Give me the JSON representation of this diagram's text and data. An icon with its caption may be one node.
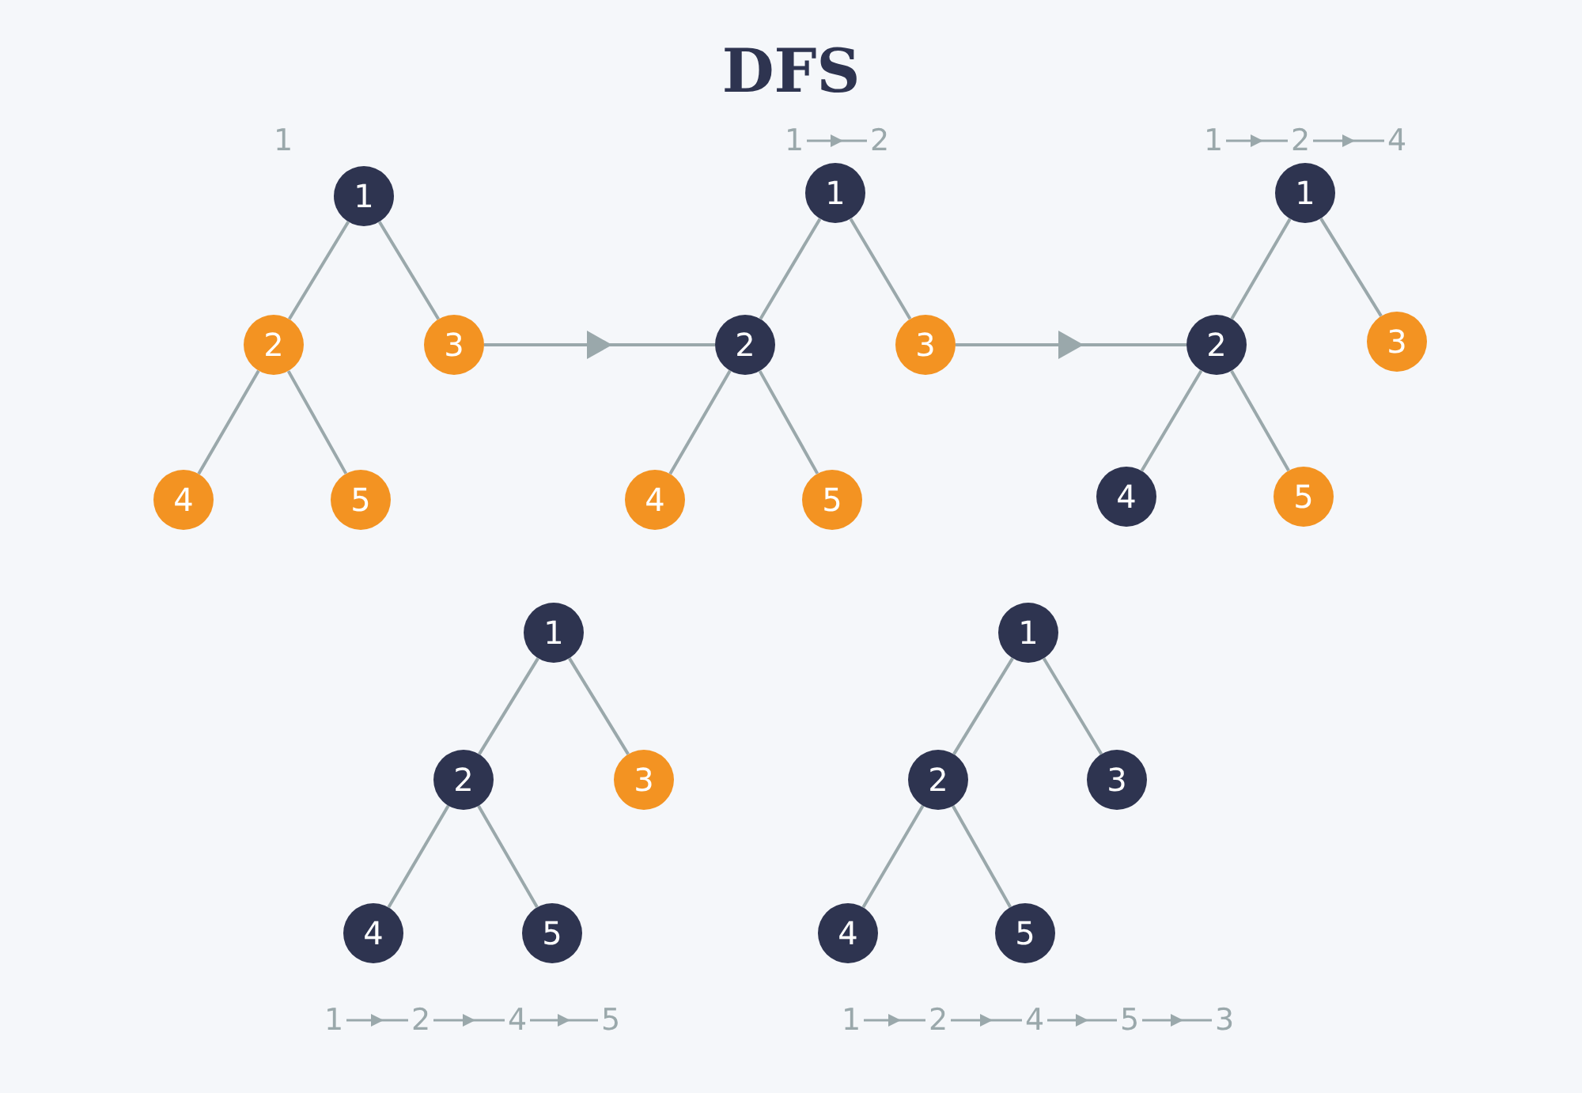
{
  "diagram": {
    "title": "DFS",
    "nodes": [
      {
        "text": [
          "1"
        ]
      },
      {
        "text": [
          "1"
        ]
      },
      {
        "text": [
          "2"
        ]
      },
      {
        "text": [
          "3"
        ]
      },
      {
        "text": [
          "4"
        ]
      },
      {
        "text": [
          "5"
        ]
      },
      {
        "text": [
          "1"
        ]
      },
      {
        "text": [
          "2"
        ]
      },
      {
        "text": [
          "1"
        ]
      },
      {
        "text": [
          "2"
        ]
      },
      {
        "text": [
          "3"
        ]
      },
      {
        "text": [
          "4"
        ]
      },
      {
        "text": [
          "5"
        ]
      },
      {
        "text": [
          "1"
        ]
      },
      {
        "text": [
          "2"
        ]
      },
      {
        "text": [
          "4"
        ]
      },
      {
        "text": [
          "1"
        ]
      },
      {
        "text": [
          "2"
        ]
      },
      {
        "text": [
          "3"
        ]
      },
      {
        "text": [
          "4"
        ]
      },
      {
        "text": [
          "5"
        ]
      },
      {
        "text": [
          "1"
        ]
      },
      {
        "text": [
          "2"
        ]
      },
      {
        "text": [
          "3"
        ]
      },
      {
        "text": [
          "4"
        ]
      },
      {
        "text": [
          "5"
        ]
      },
      {
        "text": [
          "1"
        ]
      },
      {
        "text": [
          "2"
        ]
      },
      {
        "text": [
          "4"
        ]
      },
      {
        "text": [
          "5"
        ]
      },
      {
        "text": [
          "1"
        ]
      },
      {
        "text": [
          "2"
        ]
      },
      {
        "text": [
          "3"
        ]
      },
      {
        "text": [
          "4"
        ]
      },
      {
        "text": [
          "5"
        ]
      },
      {
        "text": [
          "1"
        ]
      },
      {
        "text": [
          "2"
        ]
      },
      {
        "text": [
          "4"
        ]
      },
      {
        "text": [
          "5"
        ]
      },
      {
        "text": [
          "3"
        ]
      }
    ],
    "edges": [
      {
        "from": 1,
        "to": 2,
        "arrow": "none"
      },
      {
        "from": 1,
        "to": 3,
        "arrow": "none"
      },
      {
        "from": 2,
        "to": 4,
        "arrow": "none"
      },
      {
        "from": 2,
        "to": 5,
        "arrow": "none"
      },
      {
        "from": 3,
        "to": 9,
        "arrow": "to"
      },
      {
        "from": 6,
        "to": 7,
        "arrow": "to"
      },
      {
        "from": 8,
        "to": 9,
        "arrow": "none"
      },
      {
        "from": 8,
        "to": 10,
        "arrow": "none"
      },
      {
        "from": 9,
        "to": 11,
        "arrow": "none"
      },
      {
        "from": 9,
        "to": 12,
        "arrow": "none"
      },
      {
        "from": 10,
        "to": 17,
        "arrow": "to"
      },
      {
        "from": 13,
        "to": 14,
        "arrow": "to"
      },
      {
        "from": 14,
        "to": 15,
        "arrow": "to"
      },
      {
        "from": 16,
        "to": 17,
        "arrow": "none"
      },
      {
        "from": 16,
        "to": 18,
        "arrow": "none"
      },
      {
        "from": 17,
        "to": 19,
        "arrow": "none"
      },
      {
        "from": 17,
        "to": 20,
        "arrow": "none"
      },
      {
        "from": 21,
        "to": 22,
        "arrow": "none"
      },
      {
        "from": 21,
        "to": 23,
        "arrow": "none"
      },
      {
        "from": 22,
        "to": 24,
        "arrow": "none"
      },
      {
        "from": 22,
        "to": 25,
        "arrow": "none"
      },
      {
        "from": 26,
        "to": 27,
        "arrow": "to"
      },
      {
        "from": 27,
        "to": 28,
        "arrow": "to"
      },
      {
        "from": 28,
        "to": 29,
        "arrow": "to"
      },
      {
        "from": 30,
        "to": 31,
        "arrow": "none"
      },
      {
        "from": 30,
        "to": 32,
        "arrow": "none"
      },
      {
        "from": 31,
        "to": 33,
        "arrow": "none"
      },
      {
        "from": 31,
        "to": 34,
        "arrow": "none"
      },
      {
        "from": 35,
        "to": 36,
        "arrow": "to"
      },
      {
        "from": 36,
        "to": 37,
        "arrow": "to"
      },
      {
        "from": 37,
        "to": 38,
        "arrow": "to"
      },
      {
        "from": 38,
        "to": 39,
        "arrow": "to"
      }
    ]
  }
}
